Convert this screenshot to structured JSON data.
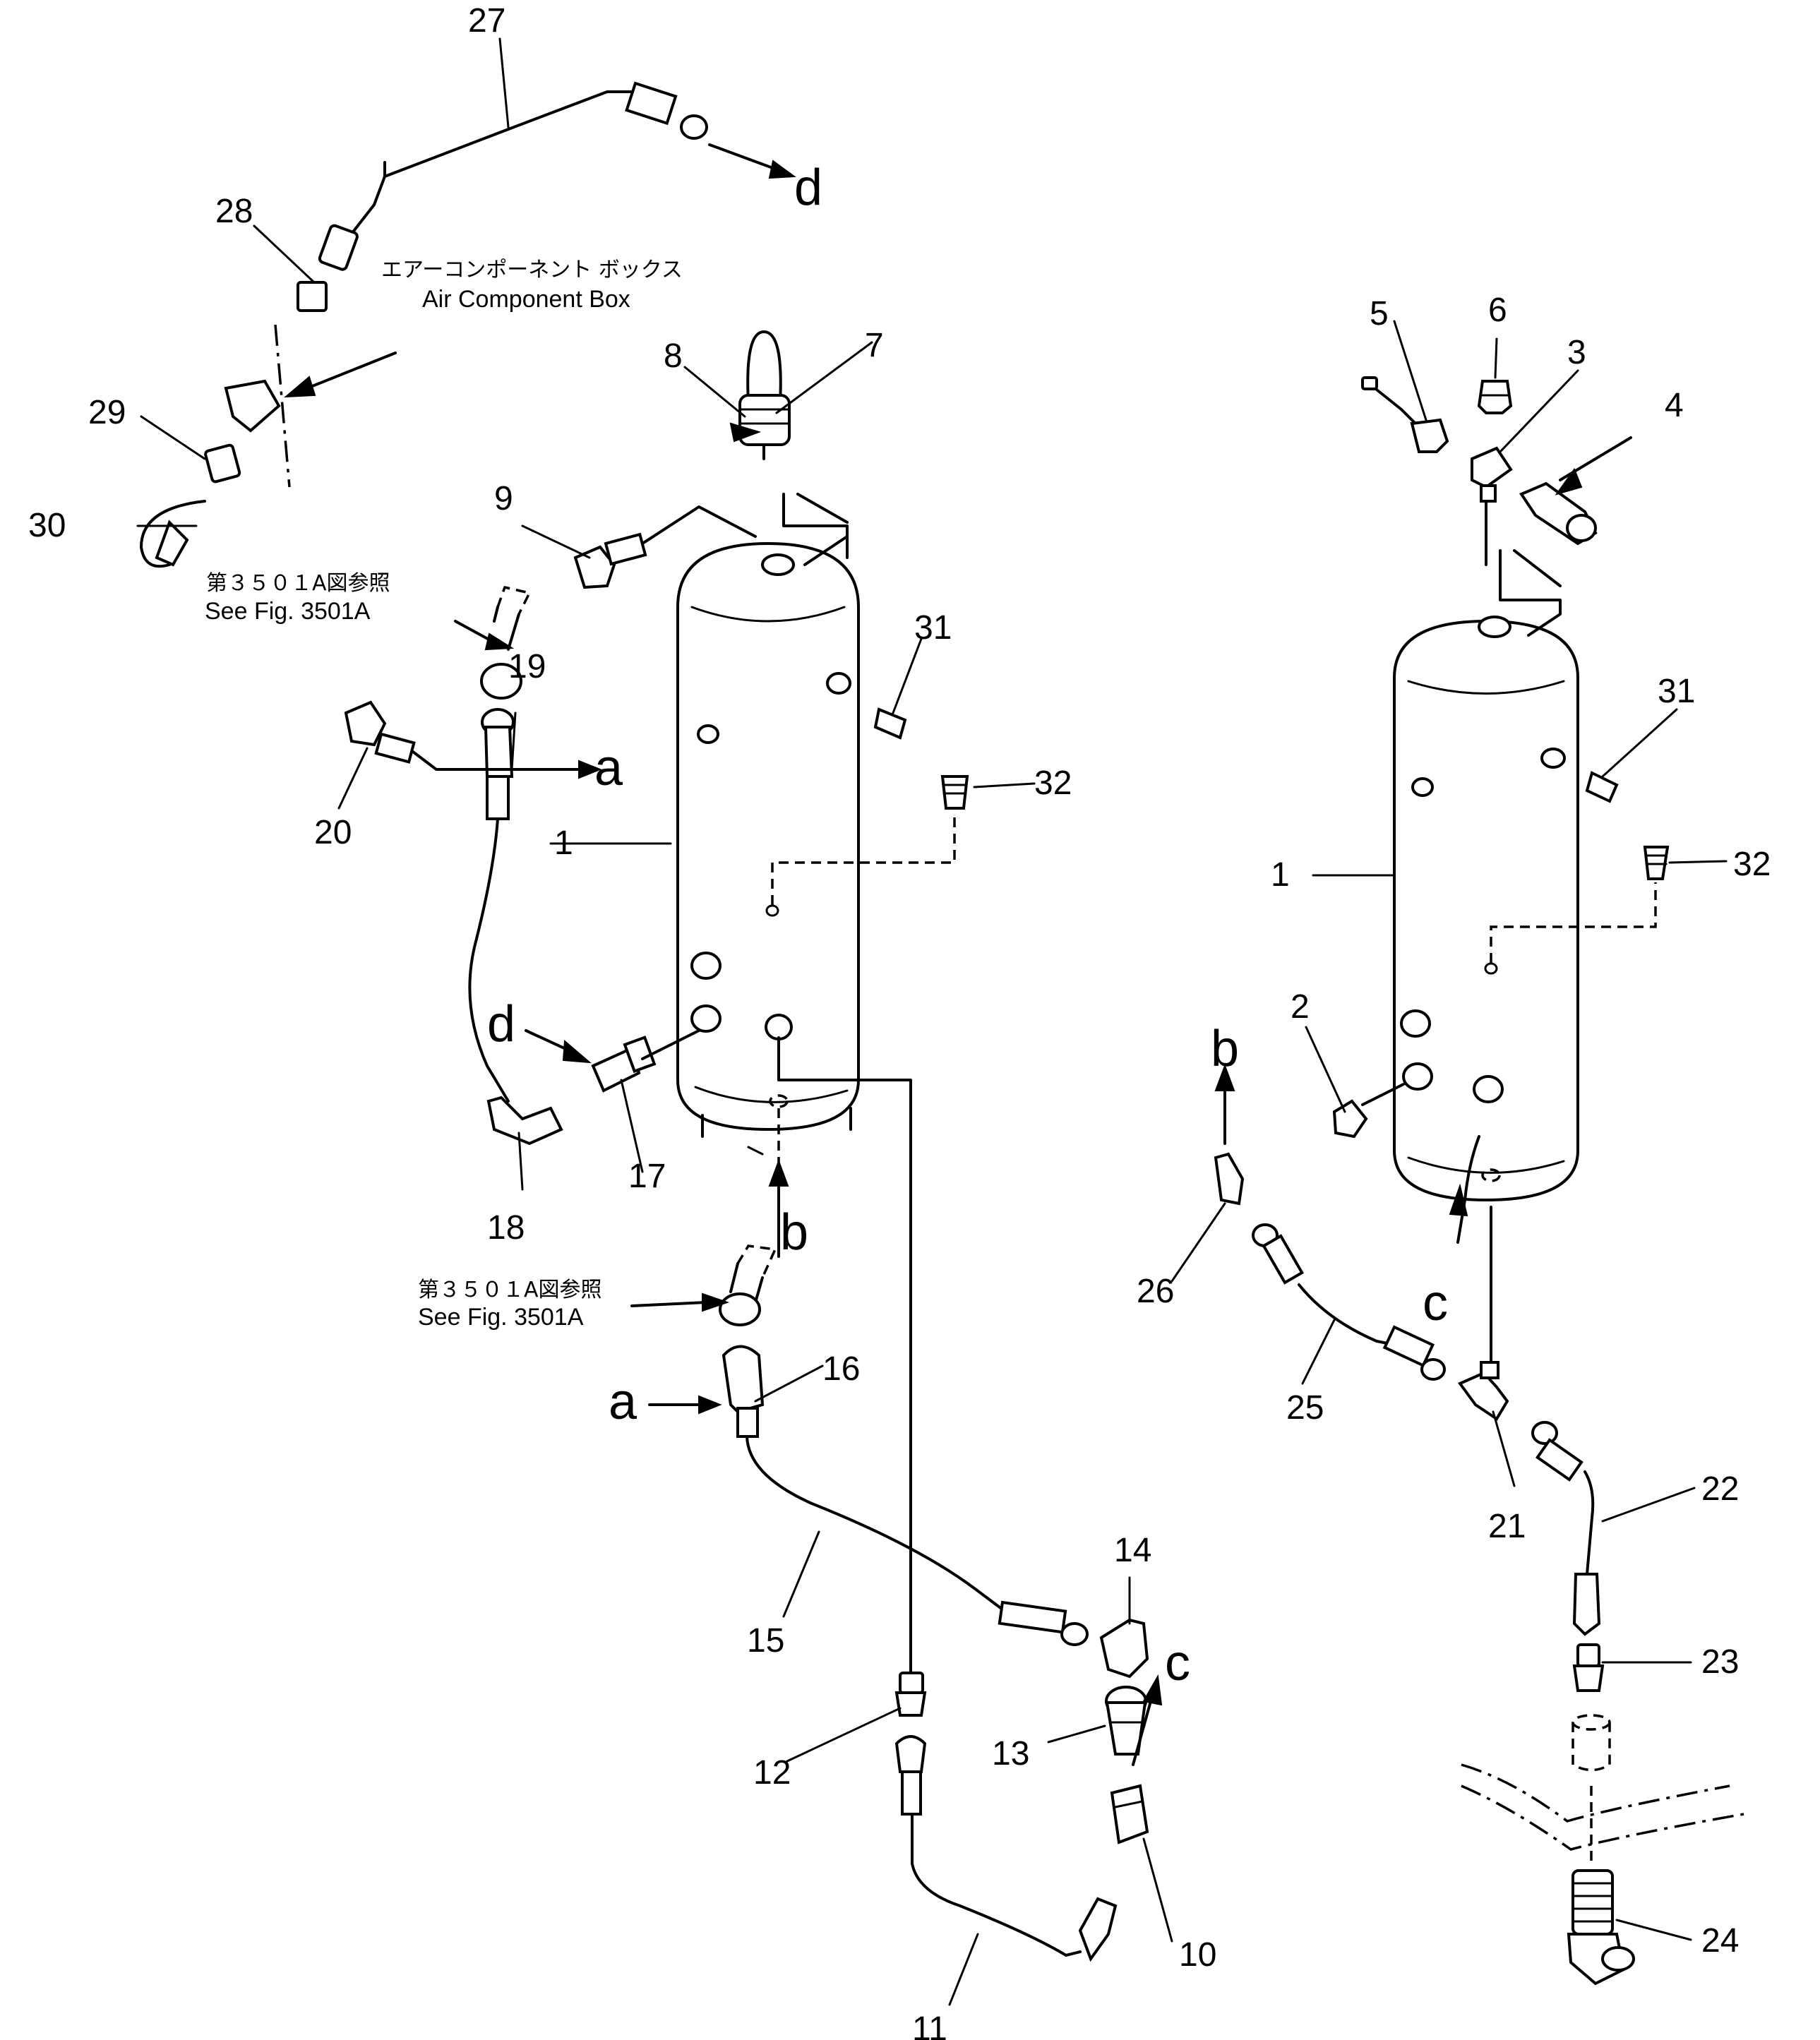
{
  "labels": {
    "n1": "1",
    "n2": "2",
    "n3": "3",
    "n4": "4",
    "n5": "5",
    "n6": "6",
    "n7": "7",
    "n8": "8",
    "n9": "9",
    "n10": "10",
    "n11": "11",
    "n12": "12",
    "n13": "13",
    "n14": "14",
    "n15": "15",
    "n16": "16",
    "n17": "17",
    "n18": "18",
    "n19": "19",
    "n20": "20",
    "n21": "21",
    "n22": "22",
    "n23": "23",
    "n24": "24",
    "n25": "25",
    "n26": "26",
    "n27": "27",
    "n28": "28",
    "n29": "29",
    "n30": "30",
    "n31": "31",
    "n32": "32"
  },
  "connectors": {
    "a": "a",
    "b": "b",
    "c": "c",
    "d": "d"
  },
  "notes": {
    "air_box_jp": "エアーコンポーネント ボックス",
    "air_box_en": "Air Component Box",
    "see_fig_jp": "第３５０１A図参照",
    "see_fig_en": "See Fig. 3501A"
  }
}
